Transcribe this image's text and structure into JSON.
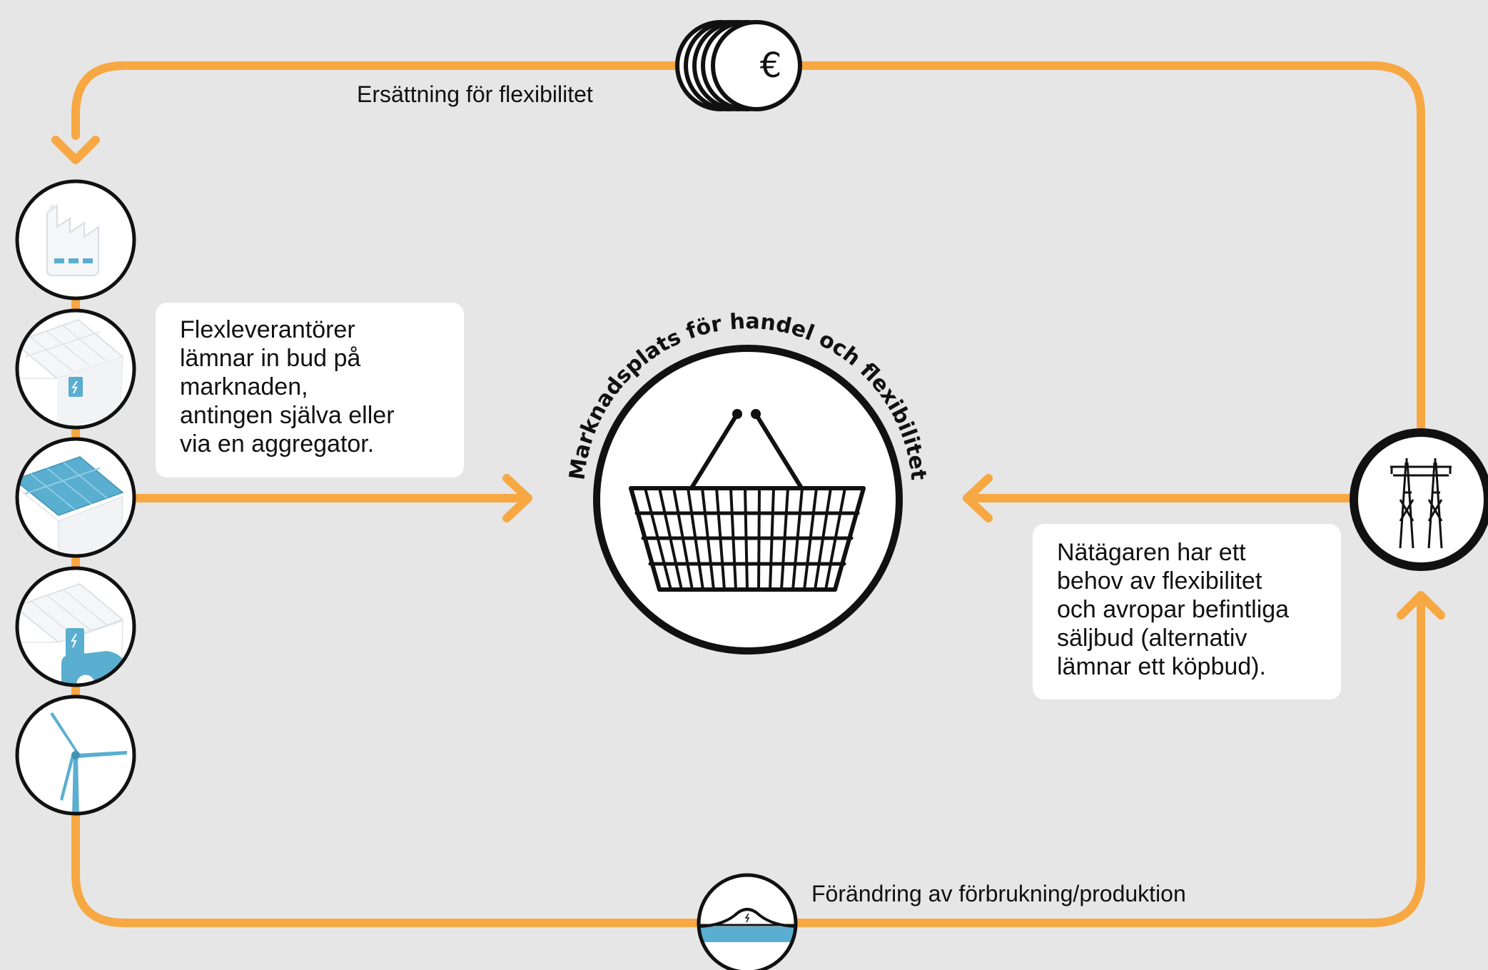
{
  "colors": {
    "background": "#e6e6e6",
    "flow_arrow": "#f7a843",
    "icon_blue": "#5aaed0",
    "outline": "#111111"
  },
  "labels": {
    "payment": "Ersättning för flexibilitet",
    "change": "Förändring av förbrukning/produktion",
    "marketplace_arc": "Marknadsplats för handel och flexibilitet",
    "currency_symbol": "€"
  },
  "boxes": {
    "providers": [
      "Flexleverantörer",
      "lämnar in bud på",
      "marknaden,",
      "antingen själva eller",
      "via en aggregator."
    ],
    "grid_owner": [
      "Nätägaren har ett",
      "behov av flexibilitet",
      "och avropar befintliga",
      "säljbud (alternativ",
      "lämnar ett köpbud)."
    ]
  },
  "icons": {
    "providers": [
      "factory-icon",
      "solar-building-icon",
      "solar-roof-icon",
      "ev-charger-icon",
      "wind-turbine-icon"
    ],
    "center": "shopping-basket-icon",
    "grid": "power-pylon-icon",
    "payment": "euro-coins-icon",
    "change": "load-curve-icon"
  }
}
